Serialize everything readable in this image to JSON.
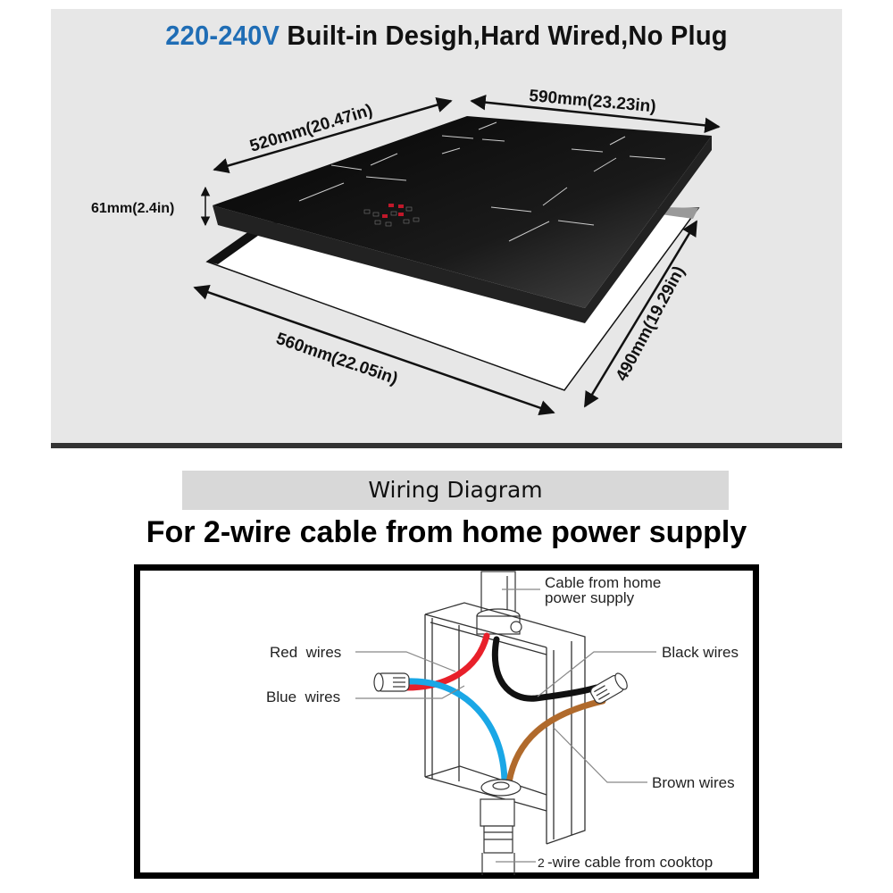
{
  "dimensions_panel": {
    "headline": {
      "voltage": "220-240V",
      "rest": " Built-in Desigh,Hard Wired,No Plug"
    },
    "labels": {
      "depth": "520mm(20.47in)",
      "width": "590mm(23.23in)",
      "height": "61mm(2.4in)",
      "cutout_width": "560mm(22.05in)",
      "cutout_depth": "490mm(19.29in)"
    },
    "colors": {
      "voltage_accent": "#1f6db5",
      "panel_bg": "#e7e7e7",
      "cooktop_glass": "#111111",
      "control_led": "#c0182a"
    }
  },
  "wiring": {
    "section_title": "Wiring Diagram",
    "subtitle": "For 2-wire cable from home power supply",
    "callouts": {
      "supply_cable": [
        "Cable from home",
        "power supply"
      ],
      "red": "Red  wires",
      "blue": "Blue  wires",
      "black": "Black wires",
      "brown": "Brown wires",
      "cooktop_cable": "-wire cable from cooktop",
      "cooktop_cable_num": "2"
    },
    "colors": {
      "red_wire": "#e8202a",
      "blue_wire": "#1aa7e6",
      "black_wire": "#111111",
      "brown_wire": "#b06a2c"
    }
  }
}
